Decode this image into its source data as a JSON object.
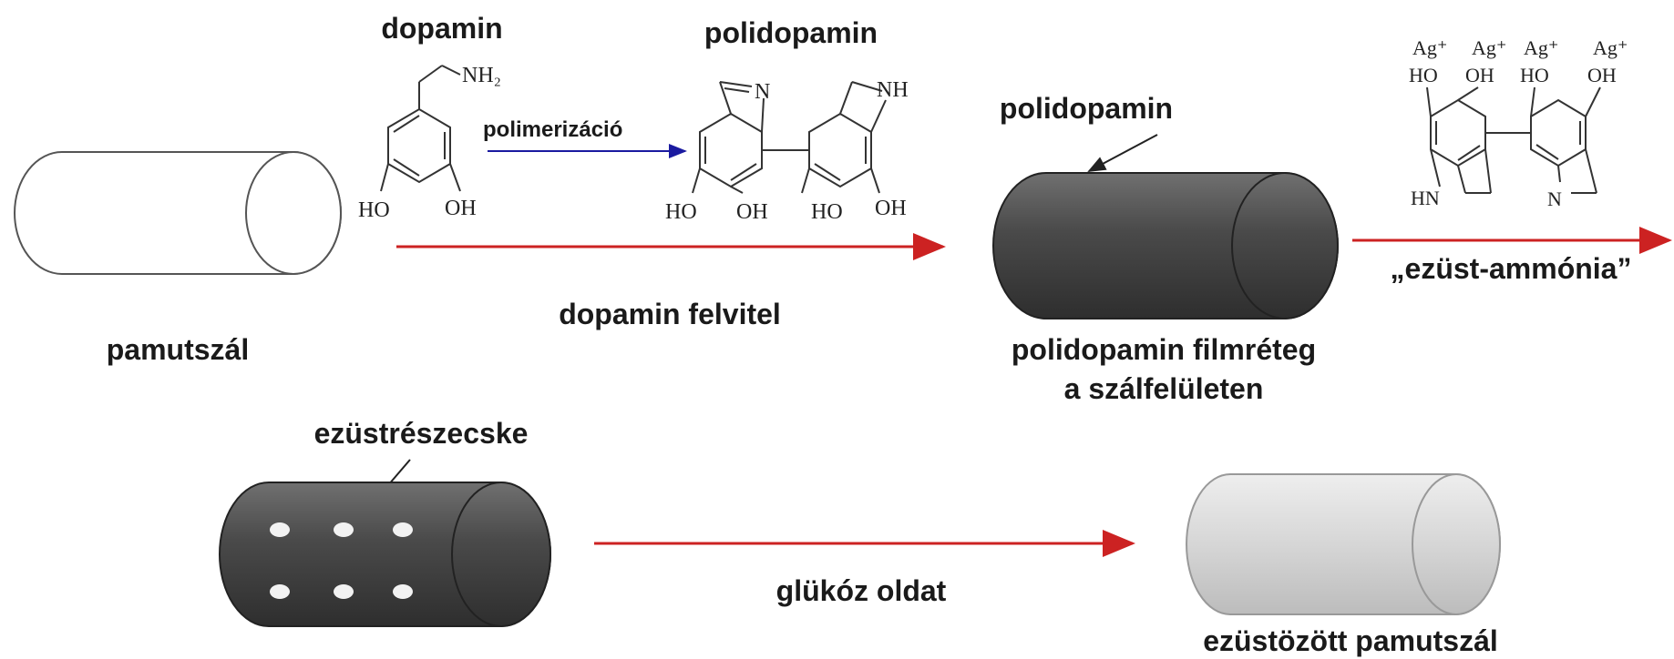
{
  "labels": {
    "dopamine": "dopamin",
    "polydopamine_top": "polidopamin",
    "polymerization": "polimerizáció",
    "dopamine_application": "dopamin felvitel",
    "cotton_fiber": "pamutszál",
    "polydopamine_arrow": "polidopamin",
    "film_line1": "polidopamin filmréteg",
    "film_line2": "a szálfelületen",
    "silver_ammonia": "„ezüst-ammónia”",
    "silver_particle": "ezüstrészecske",
    "glucose_solution": "glükóz oldat",
    "silvered_fiber": "ezüstözött pamutszál"
  },
  "chem": {
    "nh2": "NH₂",
    "nh": "NH",
    "n": "N",
    "hn": "HN",
    "ho": "HO",
    "oh": "OH",
    "ag_plus": "Ag⁺"
  },
  "colors": {
    "reaction_arrow": "#cc2222",
    "polymerization_arrow": "#1a1aa0",
    "coated_fiber": "#4a4a4a",
    "silvered_fiber": "#dcdcdc"
  }
}
